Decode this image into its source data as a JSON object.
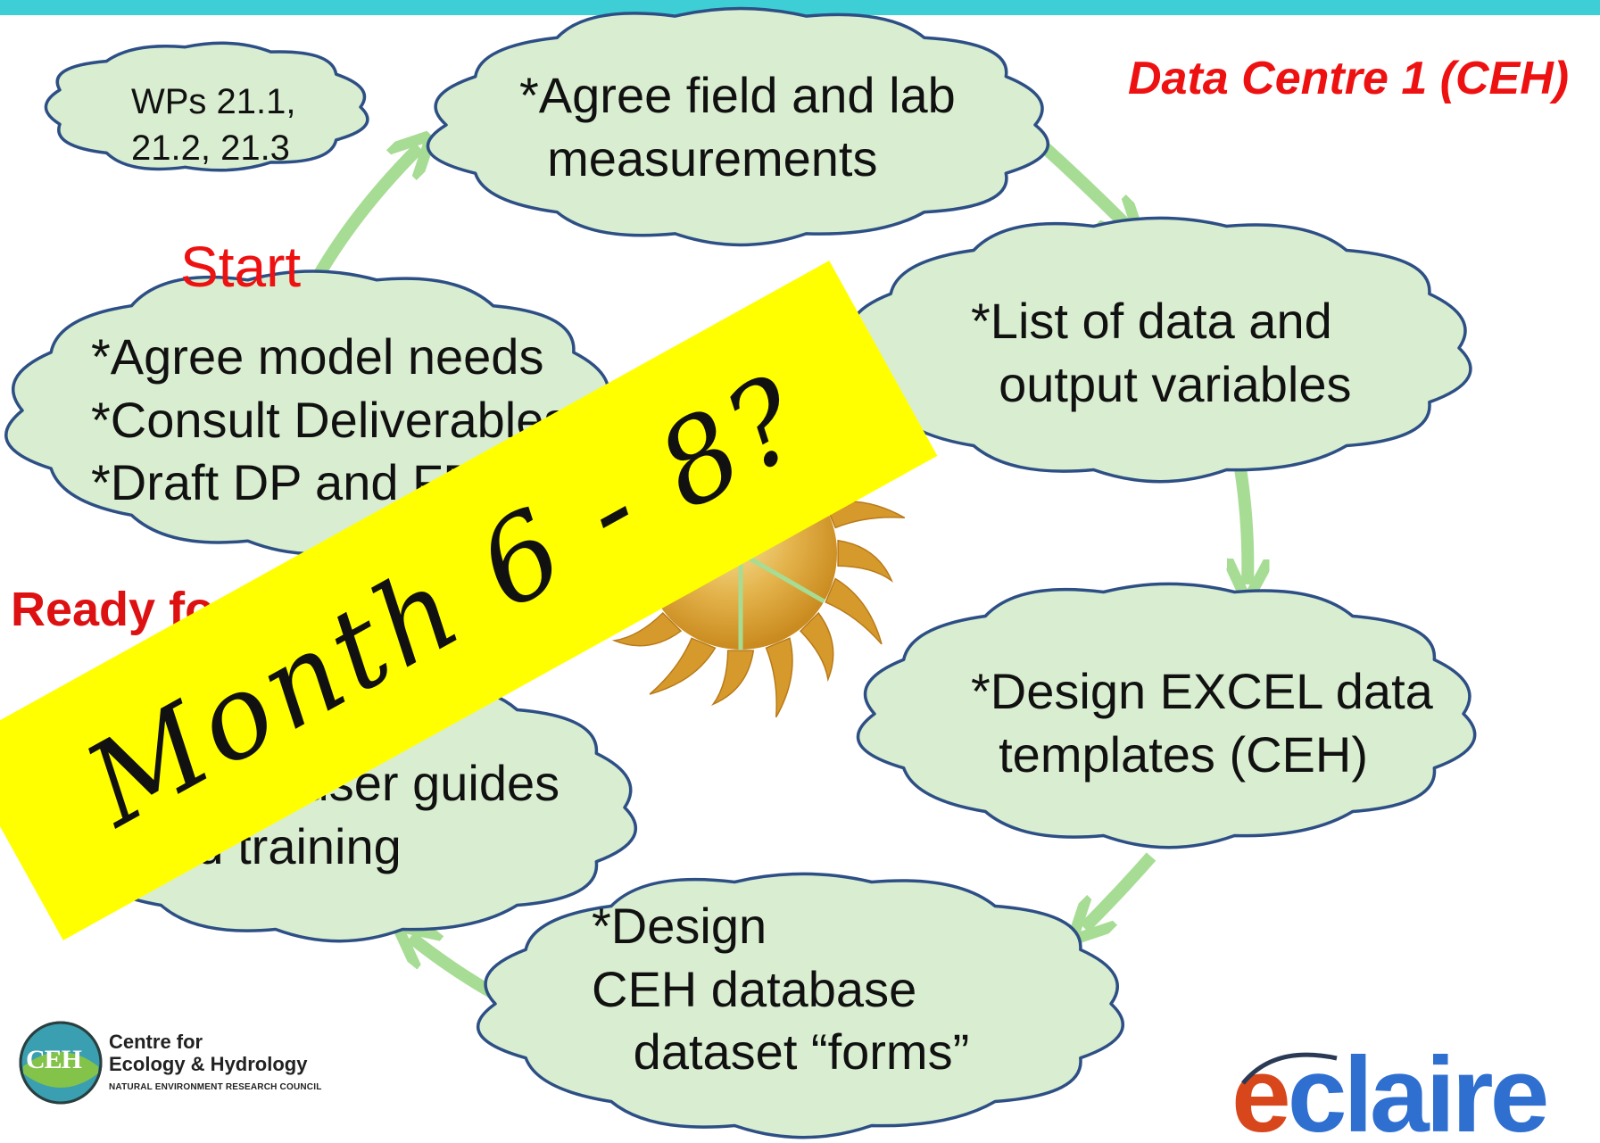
{
  "diagram": {
    "title": "Data Centre 1 (CEH)",
    "wp_cloud": "WPs 21.1,\n21.2, 21.3",
    "start_label": "Start",
    "ready_label": "Ready for",
    "steps": [
      {
        "text": "*Agree field and lab\n  measurements"
      },
      {
        "text": "*List of data and\n  output variables"
      },
      {
        "text": "*Design EXCEL data\n  templates (CEH)"
      },
      {
        "text": "*Design\nCEH database\n   dataset “forms”"
      },
      {
        "text": "*Deliver user guides\n  and training"
      },
      {
        "text": "*Agree model needs\n*Consult Deliverables\n*Draft DP and FP"
      }
    ],
    "banner": "Month 6 - 8?",
    "colors": {
      "cloud_fill": "#d9eed0",
      "cloud_stroke": "#2d4f85",
      "arrow": "#a7dc94",
      "accent_red": "#ee1111",
      "banner": "#ffff00",
      "top_bar": "#3ecfd6"
    }
  },
  "logos": {
    "ceh_abbrev": "CEH",
    "ceh_line1": "Centre for",
    "ceh_line2": "Ecology & Hydrology",
    "ceh_line3": "NATURAL ENVIRONMENT RESEARCH COUNCIL",
    "eclaire": "eclaire"
  }
}
